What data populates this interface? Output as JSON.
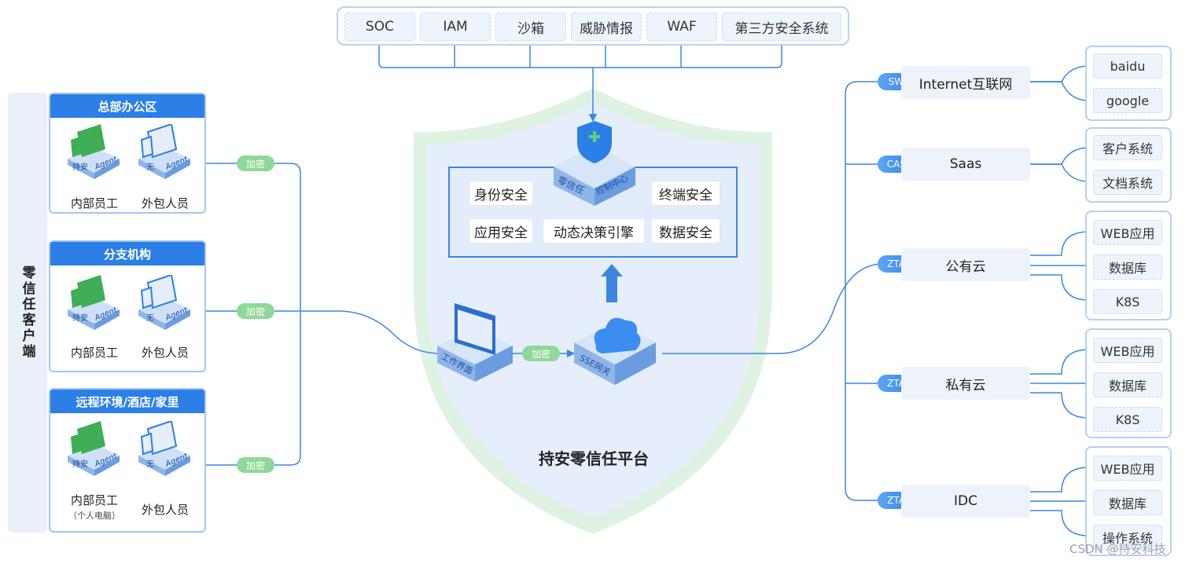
{
  "top_systems": [
    "SOC",
    "IAM",
    "沙箱",
    "威胁情报",
    "WAF",
    "第三方安全系统"
  ],
  "client_title": "零信任客户端",
  "groups": [
    {
      "title": "总部办公区",
      "devices": [
        {
          "badge": "持安",
          "agent": "Agent",
          "label": "内部员工",
          "sub": ""
        },
        {
          "badge": "无",
          "agent": "Agent",
          "label": "外包人员",
          "sub": ""
        }
      ]
    },
    {
      "title": "分支机构",
      "devices": [
        {
          "badge": "持安",
          "agent": "Agent",
          "label": "内部员工",
          "sub": ""
        },
        {
          "badge": "无",
          "agent": "Agent",
          "label": "外包人员",
          "sub": ""
        }
      ]
    },
    {
      "title": "远程环境/酒店/家里",
      "devices": [
        {
          "badge": "持安",
          "agent": "Agent",
          "label": "内部员工",
          "sub": "（个人电脑）"
        },
        {
          "badge": "无",
          "agent": "Agent",
          "label": "外包人员",
          "sub": ""
        }
      ]
    }
  ],
  "encrypt_label": "加密",
  "platform": {
    "title": "持安零信任平台",
    "control_center": {
      "left": "零信任",
      "right": "控制中心"
    },
    "modules": [
      "身份安全",
      "终端安全",
      "应用安全",
      "动态决策引擎",
      "数据安全"
    ],
    "workspace": "工作界面",
    "gateway": "SSE网关"
  },
  "targets": [
    {
      "tag": "SWG",
      "name": "Internet互联网",
      "items": [
        "baidu",
        "google"
      ]
    },
    {
      "tag": "CASB",
      "name": "Saas",
      "items": [
        "客户系统",
        "文档系统"
      ]
    },
    {
      "tag": "ZTAN",
      "name": "公有云",
      "items": [
        "WEB应用",
        "数据库",
        "K8S"
      ]
    },
    {
      "tag": "ZTAN",
      "name": "私有云",
      "items": [
        "WEB应用",
        "数据库",
        "K8S"
      ]
    },
    {
      "tag": "ZTAN",
      "name": "IDC",
      "items": [
        "WEB应用",
        "数据库",
        "操作系统"
      ]
    }
  ],
  "watermark": "CSDN @持安科技",
  "colors": {
    "primary": "#2b7fe7",
    "shield_outer": "#dff3e2",
    "shield_inner": "#e6eefb",
    "encrypt": "#8fd89a",
    "line": "#3d86e0"
  }
}
